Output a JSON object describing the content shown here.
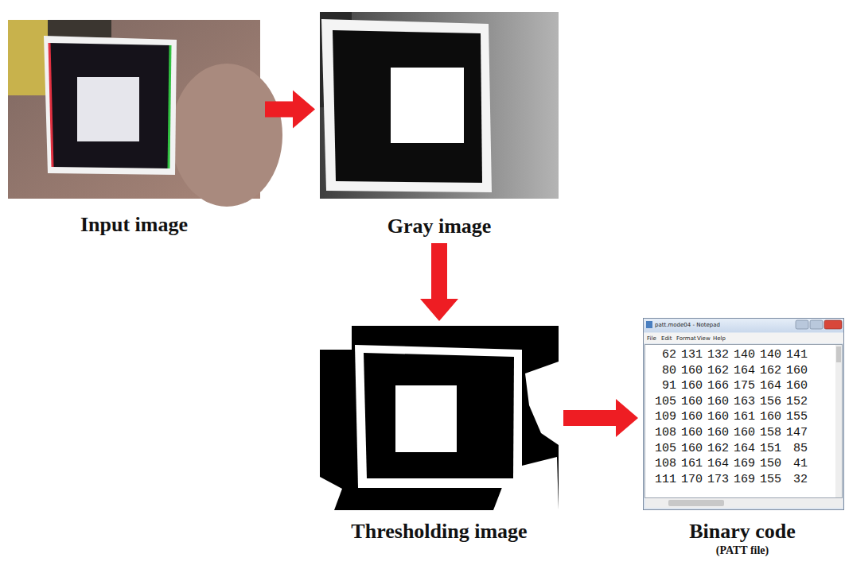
{
  "diagram": {
    "nodes": [
      {
        "text": [
          "Input image"
        ]
      },
      {
        "text": [
          "Gray image"
        ]
      },
      {
        "text": [
          "Thresholding image"
        ]
      },
      {
        "text": [
          "Binary code",
          "(PATT file)"
        ]
      }
    ],
    "edges": [
      {
        "from": 0,
        "to": 1,
        "arrow": "to"
      },
      {
        "from": 1,
        "to": 2,
        "arrow": "to"
      },
      {
        "from": 2,
        "to": 3,
        "arrow": "to"
      }
    ],
    "labels": [
      "patt.mode04 - Notepad",
      "File",
      "Edit",
      "Format",
      "View",
      "Help",
      "62",
      "131",
      "132",
      "140",
      "140",
      "141",
      "80",
      "160",
      "162",
      "164",
      "162",
      "160",
      "91",
      "160",
      "166",
      "175",
      "164",
      "160",
      "105",
      "160",
      "160",
      "163",
      "156",
      "152",
      "109",
      "160",
      "160",
      "161",
      "160",
      "155",
      "108",
      "160",
      "160",
      "160",
      "158",
      "147",
      "105",
      "160",
      "162",
      "164",
      "151",
      "85",
      "108",
      "161",
      "164",
      "169",
      "150",
      "41",
      "111",
      "170",
      "173",
      "169",
      "155",
      "32"
    ]
  }
}
